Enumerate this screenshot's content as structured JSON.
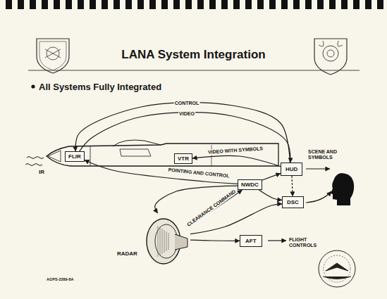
{
  "diagram": {
    "title": "LANA System Integration",
    "nodes": [
      {
        "text": [
          "FLIR"
        ]
      },
      {
        "text": [
          "VTR"
        ]
      },
      {
        "text": [
          "HUD"
        ]
      },
      {
        "text": [
          "NWDC"
        ]
      },
      {
        "text": [
          "DSC"
        ]
      },
      {
        "text": [
          "AFT"
        ]
      },
      {
        "text": [
          "RADAR"
        ]
      }
    ],
    "edges": [
      {
        "from": 2,
        "to": 0,
        "label": "CONTROL",
        "arrow": "to"
      },
      {
        "from": 0,
        "to": 2,
        "label": "VIDEO",
        "arrow": "to"
      },
      {
        "from": 2,
        "to": 1,
        "label": "VIDEO WITH SYMBOLS",
        "arrow": "to"
      },
      {
        "from": 3,
        "to": 0,
        "label": "POINTING AND CONTROL",
        "arrow": "to"
      },
      {
        "from": 3,
        "to": 2,
        "arrow": "to"
      },
      {
        "from": 2,
        "to": 4,
        "arrow": "to"
      },
      {
        "from": 3,
        "to": 4,
        "arrow": "to"
      },
      {
        "from": 6,
        "to": 3,
        "label": "CLEARANCE COMMAND",
        "arrow": "to"
      },
      {
        "from": 3,
        "to": 6,
        "arrow": "to"
      },
      {
        "from": 6,
        "to": 4,
        "arrow": "to"
      },
      {
        "from": 6,
        "to": 5,
        "arrow": "to"
      }
    ],
    "labels": [
      "All Systems Fully Integrated",
      "IR",
      "SCENE AND SYMBOLS",
      "FLIGHT CONTROLS",
      "AGPS-2289-8A"
    ]
  }
}
